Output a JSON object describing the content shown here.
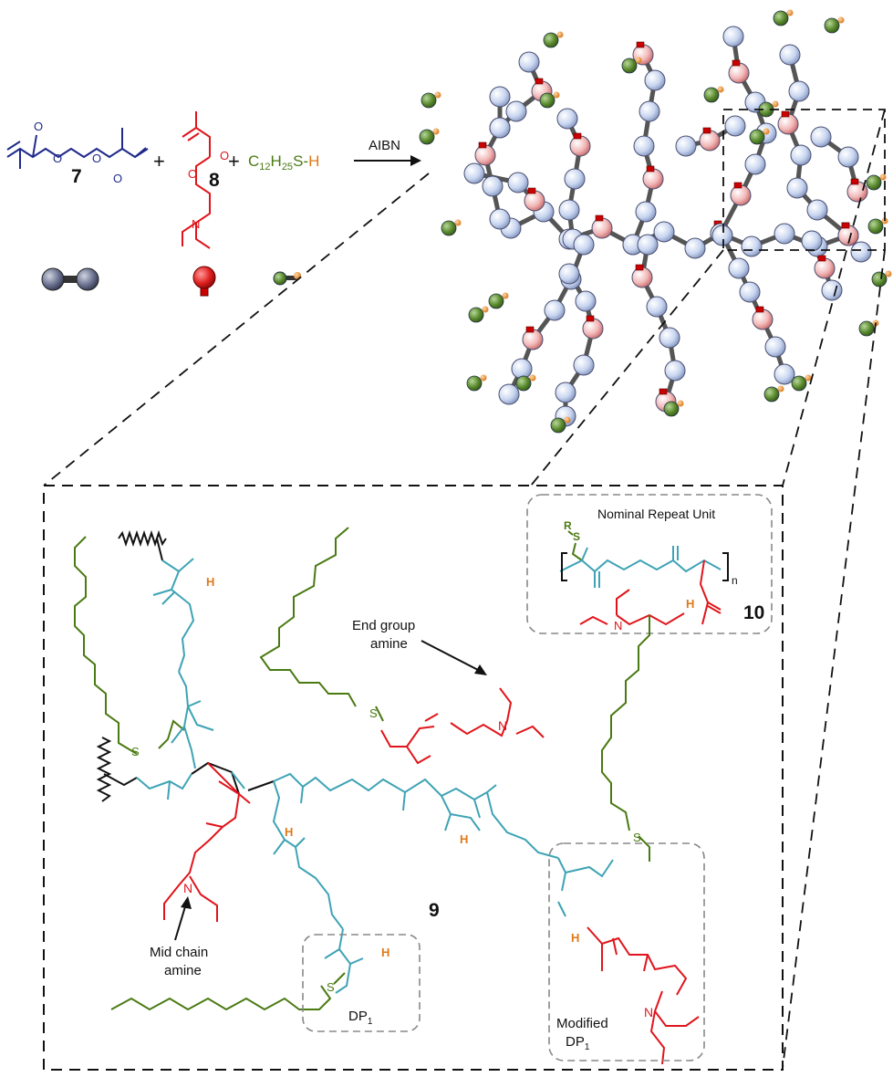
{
  "reaction": {
    "monomer7_label": "7",
    "monomer8_label": "8",
    "plus": "+",
    "thiol_prefix": "C",
    "thiol_sub1": "12",
    "thiol_mid": "H",
    "thiol_sub2": "25",
    "thiol_s": "S-",
    "thiol_h": "H",
    "reagent": "AIBN"
  },
  "colors": {
    "blue": "#1f2a8c",
    "red": "#e0151b",
    "green": "#4a7a12",
    "orange": "#e07a1a",
    "teal": "#3ea3b5",
    "black": "#111111"
  },
  "inset": {
    "title": "Nominal Repeat Unit",
    "atom_r": "R",
    "atom_s": "S",
    "subscript_n": "n",
    "label": "10"
  },
  "structure": {
    "label": "9",
    "s1": "S",
    "s2": "S",
    "s3": "S",
    "s4": "S",
    "n1": "N",
    "n2": "N",
    "n3": "N",
    "h1": "H",
    "h2": "H",
    "h3": "H",
    "h4": "H",
    "end_group_line1": "End group",
    "end_group_line2": "amine",
    "mid_chain_line1": "Mid chain",
    "mid_chain_line2": "amine",
    "dp1_prefix": "DP",
    "dp1_sub": "1",
    "modified_line1": "Modified",
    "modified_prefix": "DP",
    "modified_sub": "1"
  }
}
